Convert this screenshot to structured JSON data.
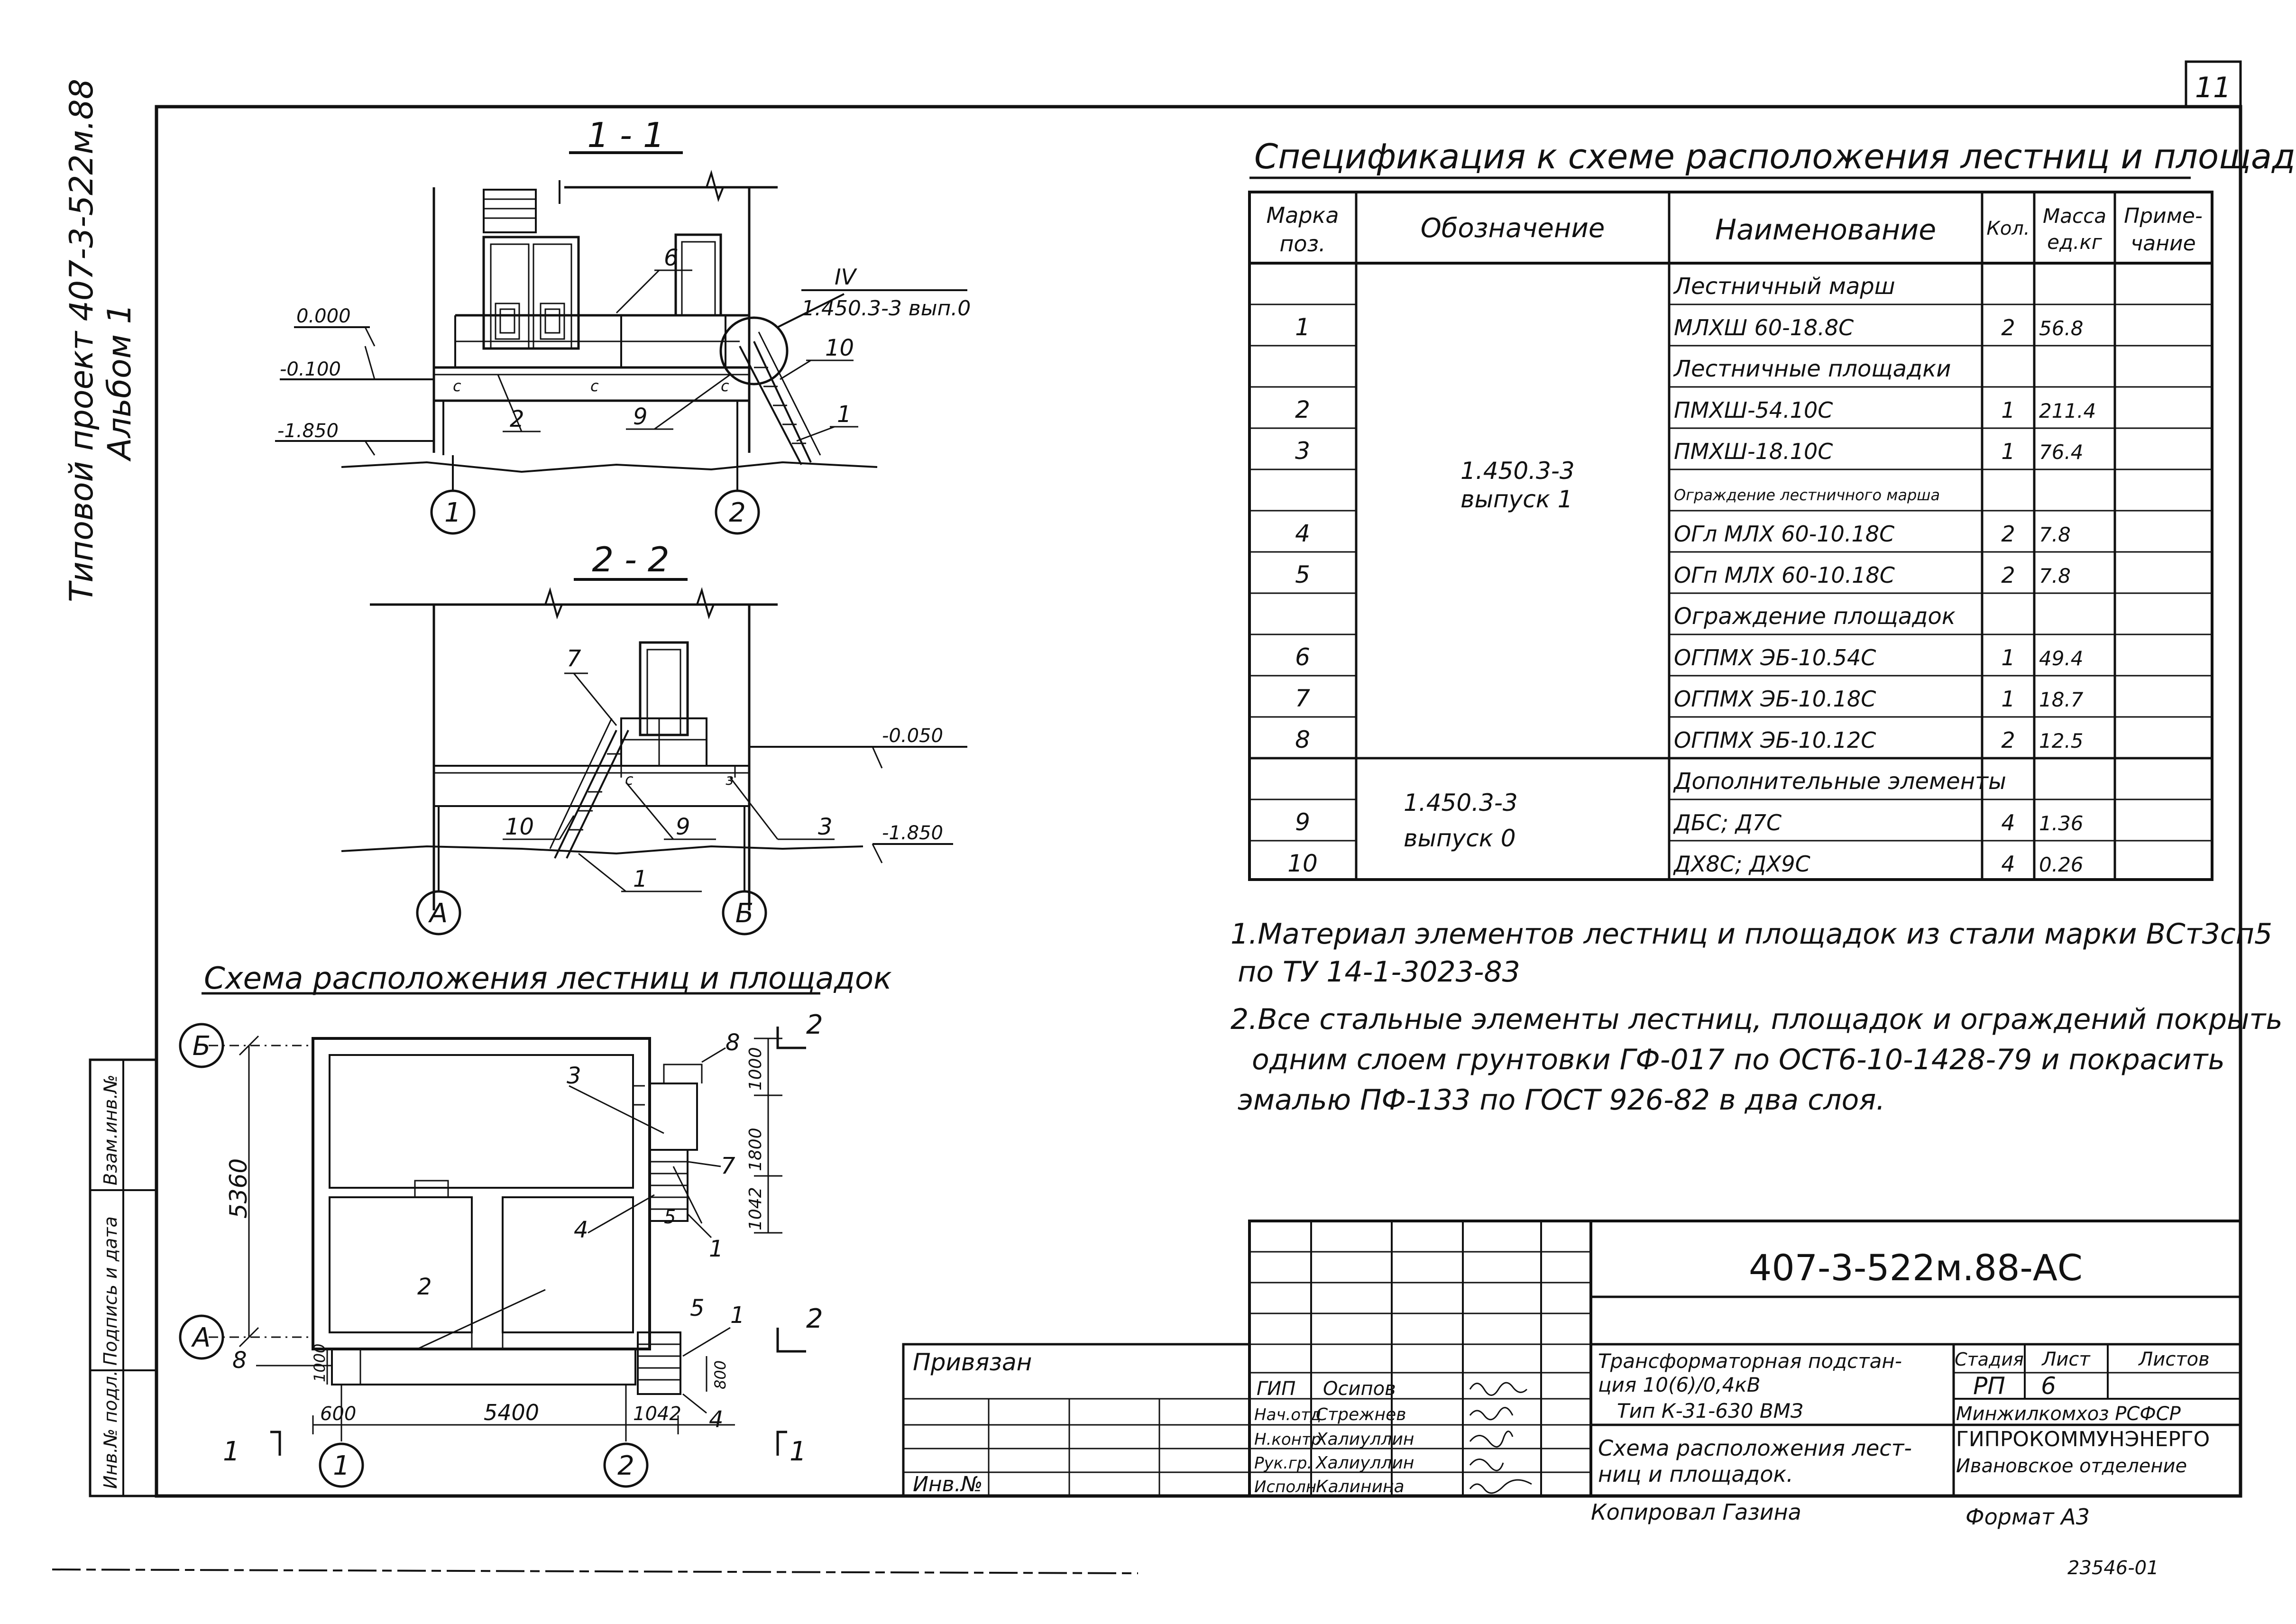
{
  "sheet_number": "11",
  "side_title": {
    "line1": "Типовой проект 407-3-522м.88",
    "line2": "Альбом 1"
  },
  "side_stamp": [
    "Инв.№ подл.",
    "Подпись и дата",
    "Взам.инв.№"
  ],
  "section_1_1": {
    "title": "1 - 1",
    "ref": "IV",
    "ref_doc": "1.450.3-3 вып.0",
    "marks": [
      "6",
      "10",
      "2",
      "9",
      "1"
    ],
    "level_0": "0.000",
    "level_1": "-0.100",
    "level_2": "-1.850",
    "axis_left": "1",
    "axis_right": "2",
    "weld_marks": [
      "c",
      "c",
      "c"
    ]
  },
  "section_2_2": {
    "title": "2 - 2",
    "marks": [
      "7",
      "10",
      "9",
      "3",
      "1"
    ],
    "level_1": "-0.050",
    "level_2": "-1.850",
    "axis_left": "А",
    "axis_right": "Б",
    "weld_marks": [
      "c",
      "з"
    ]
  },
  "plan": {
    "title": "Схема расположения лестниц и площадок",
    "axis_top": "Б",
    "axis_bottom": "А",
    "axis_left": "1",
    "axis_right": "2",
    "dim_height": "5360",
    "dim_600": "600",
    "dim_5400": "5400",
    "dim_1042_bottom": "1042",
    "dim_1042_side": "1042",
    "dim_1800": "1800",
    "dim_1000": "1000",
    "dim_1000_left": "1000",
    "dim_800": "800",
    "marks": [
      "2",
      "3",
      "4",
      "5",
      "1",
      "7",
      "8",
      "5",
      "1",
      "4",
      "8"
    ],
    "section_mark_1": "1",
    "section_mark_2": "2"
  },
  "spec": {
    "title": "Спецификация к схеме расположения лестниц и площадок",
    "headers": [
      "Марка поз.",
      "Обозначение",
      "Наименование",
      "Кол.",
      "Масса ед.кг",
      "Приме-чание"
    ],
    "header_lines": [
      [
        "Марка",
        "поз."
      ],
      [
        "Обозначение"
      ],
      [
        "Наименование"
      ],
      [
        "Кол."
      ],
      [
        "Масса",
        "ед.кг"
      ],
      [
        "Приме-",
        "чание"
      ]
    ],
    "designation_1": [
      "1.450.3-3",
      "выпуск 1"
    ],
    "designation_2": [
      "1.450.3-3",
      "выпуск 0"
    ],
    "rows": [
      {
        "pos": "",
        "name": "Лестничный марш",
        "qty": "",
        "mass": ""
      },
      {
        "pos": "1",
        "name": "МЛХШ 60-18.8С",
        "qty": "2",
        "mass": "56.8"
      },
      {
        "pos": "",
        "name": "Лестничные площадки",
        "qty": "",
        "mass": ""
      },
      {
        "pos": "2",
        "name": "ПМХШ-54.10С",
        "qty": "1",
        "mass": "211.4"
      },
      {
        "pos": "3",
        "name": "ПМХШ-18.10С",
        "qty": "1",
        "mass": "76.4"
      },
      {
        "pos": "",
        "name": "Ограждение лестничного марша",
        "qty": "",
        "mass": ""
      },
      {
        "pos": "4",
        "name": "ОГл МЛХ 60-10.18С",
        "qty": "2",
        "mass": "7.8"
      },
      {
        "pos": "5",
        "name": "ОГп МЛХ 60-10.18С",
        "qty": "2",
        "mass": "7.8"
      },
      {
        "pos": "",
        "name": "Ограждение площадок",
        "qty": "",
        "mass": ""
      },
      {
        "pos": "6",
        "name": "ОГПМХ ЭБ-10.54С",
        "qty": "1",
        "mass": "49.4"
      },
      {
        "pos": "7",
        "name": "ОГПМХ ЭБ-10.18С",
        "qty": "1",
        "mass": "18.7"
      },
      {
        "pos": "8",
        "name": "ОГПМХ ЭБ-10.12С",
        "qty": "2",
        "mass": "12.5"
      },
      {
        "pos": "",
        "name": "Дополнительные элементы",
        "qty": "",
        "mass": ""
      },
      {
        "pos": "9",
        "name": "ДБС; Д7С",
        "qty": "4",
        "mass": "1.36"
      },
      {
        "pos": "10",
        "name": "ДХ8С; ДХ9С",
        "qty": "4",
        "mass": "0.26"
      }
    ]
  },
  "notes": {
    "line1": "1.Материал элементов лестниц и площадок из стали марки ВСт3сп5",
    "line2": "по ТУ 14-1-3023-83",
    "line3": "2.Все стальные элементы лестниц, площадок и ограждений покрыть",
    "line4": "одним слоем грунтовки ГФ-017 по ОСТ6-10-1428-79 и покрасить",
    "line5": "эмалью ПФ-133 по ГОСТ 926-82 в два слоя."
  },
  "title_block": {
    "code": "407-3-522м.88-АС",
    "privyazan": "Привязан",
    "inv_no": "Инв.№",
    "roles": [
      "ГИП",
      "Нач.отд",
      "Н.контр",
      "Рук.гр.",
      "Исполн"
    ],
    "names": [
      "Осипов",
      "Стрежнев",
      "Халиуллин",
      "Халиуллин",
      "Калинина"
    ],
    "project_title": [
      "Трансформаторная подстан-",
      "ция 10(6)/0,4кВ",
      "Тип К-31-630 ВМЗ"
    ],
    "sheet_title": [
      "Схема расположения лест-",
      "ниц и площадок."
    ],
    "stage_label": "Стадия",
    "sheet_label": "Лист",
    "sheets_label": "Листов",
    "stage": "РП",
    "sheet": "6",
    "org": [
      "Минжилкомхоз РСФСР",
      "ГИПРОКОММУНЭНЕРГО",
      "Ивановское отделение"
    ],
    "copied": "Копировал Газина",
    "format": "Формат А3",
    "archive_no": "23546-01"
  }
}
